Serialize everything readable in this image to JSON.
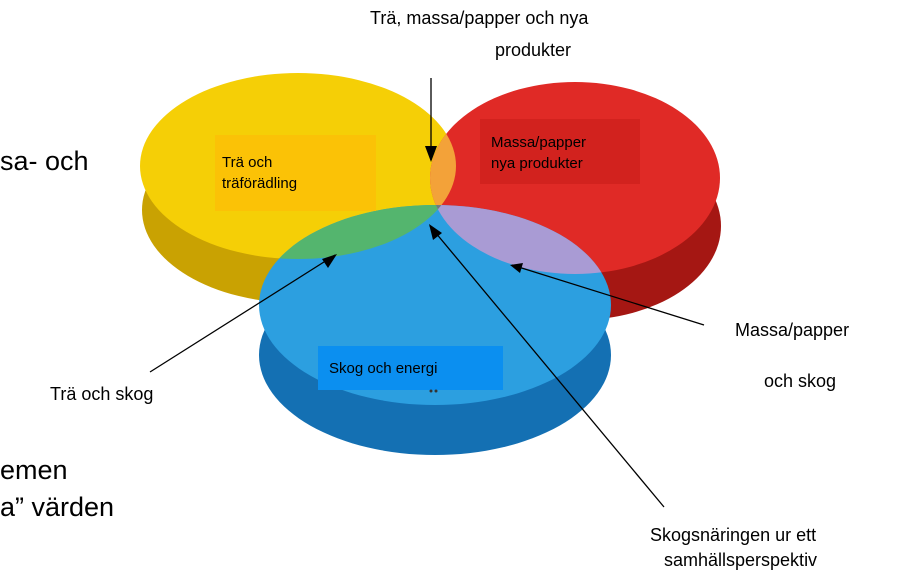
{
  "background_text": {
    "line1": "sa- och",
    "line2": "emen",
    "line3": "a” värden"
  },
  "labels": {
    "top_line1": "Trä, massa/papper och nya",
    "top_line2": "produkter",
    "left": "Trä och skog",
    "right_line1": "Massa/papper",
    "right_line2": "och skog",
    "bottom_line1": "Skogsnäringen ur ett",
    "bottom_line2": "samhällsperspektiv"
  },
  "circles": {
    "yellow_line1": "Trä och",
    "yellow_line2": "träförädling",
    "red_line1": "Massa/papper",
    "red_line2": "nya produkter",
    "blue": "Skog och energi"
  },
  "colors": {
    "yellow": "#f5cf06",
    "red": "#e02a26",
    "blue": "#2c9fe0",
    "overlap_orange": "#f3a239",
    "overlap_green": "#54b56e",
    "overlap_purple": "#a99bd4",
    "overlap_center": "#6f7a7c"
  }
}
